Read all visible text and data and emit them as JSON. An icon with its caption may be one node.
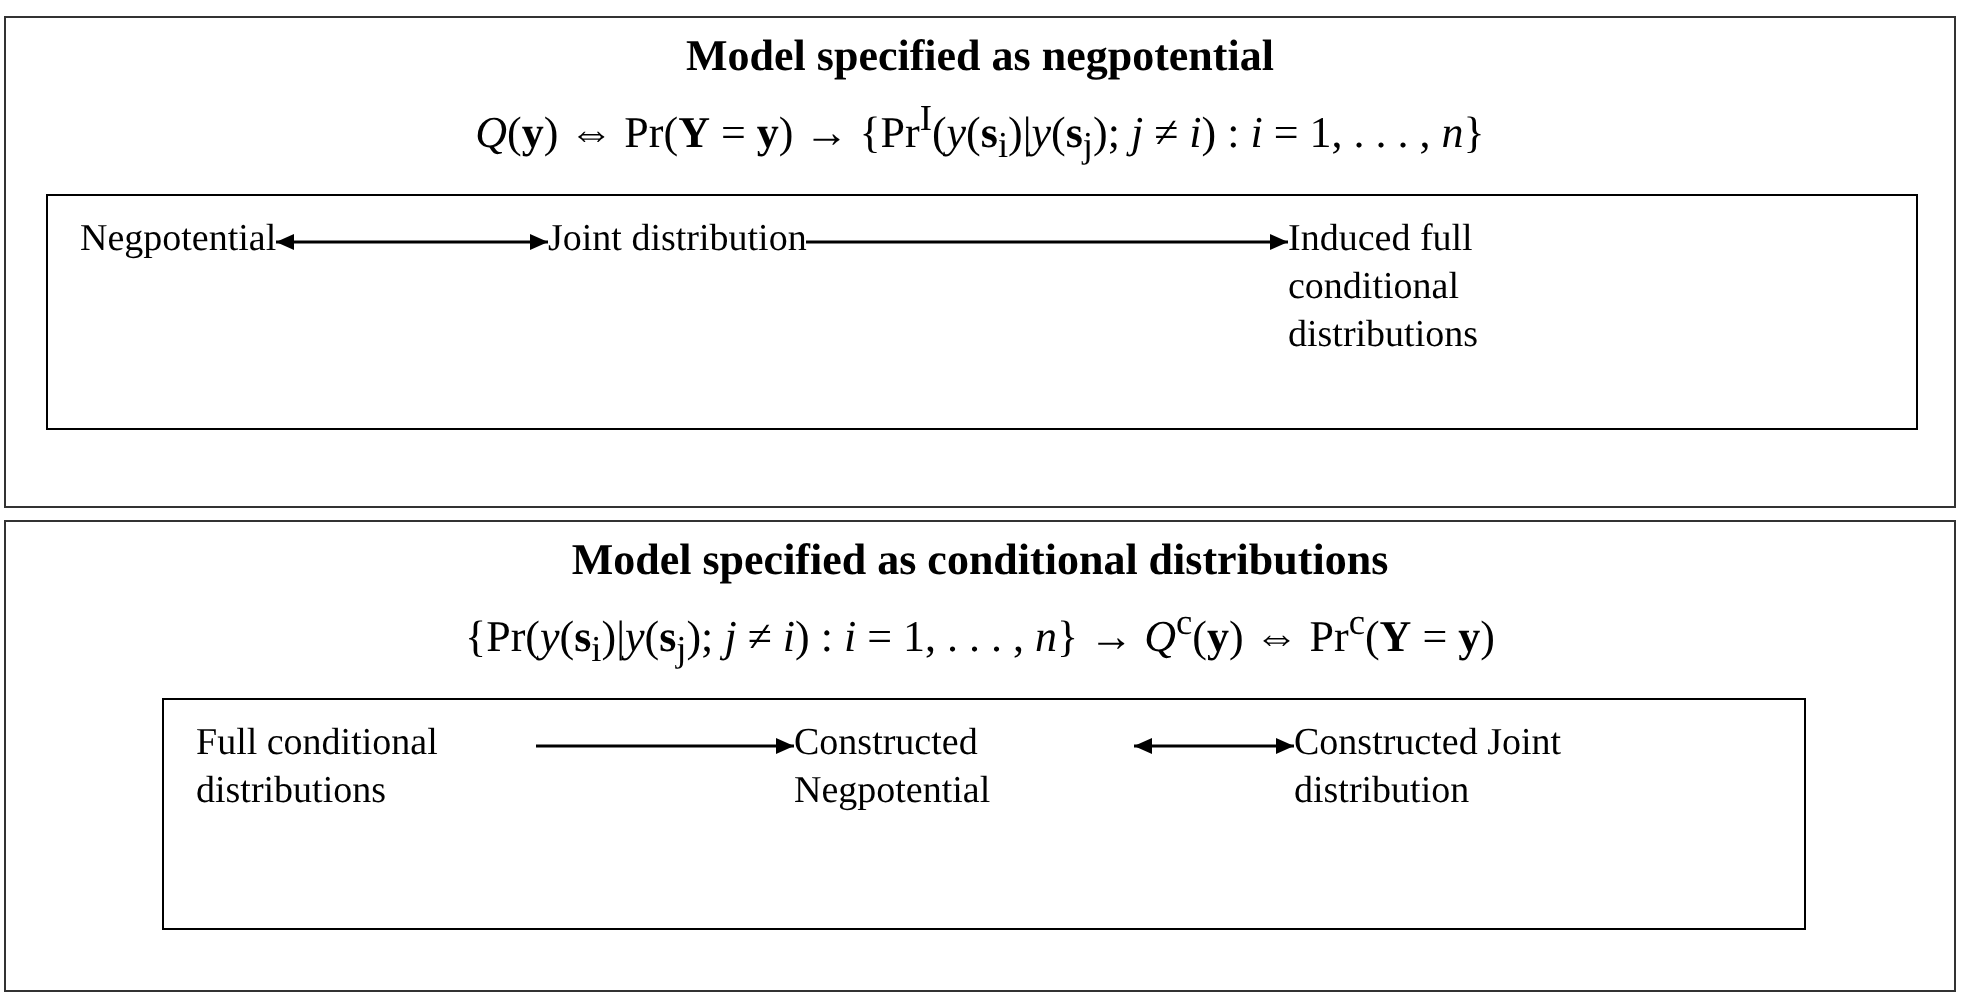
{
  "diagram": {
    "nodes": [
      {
        "text": [
          "Model specified as negpotential",
          "*Q*(**y**) ⇔ Pr(**Y** = **y**) → {Pr$^{I}$(*y*(**s**$_{i}$)|*y*(**s**$_{j}$); *j* ≠ *i*) : *i* = 1, . . . , *n*}"
        ]
      },
      {
        "text": [],
        "shape": "box",
        "in": 0
      },
      {
        "text": [
          "Negpotential"
        ],
        "in": 1
      },
      {
        "text": [
          "Joint distribution"
        ],
        "in": 1
      },
      {
        "text": [
          "Induced full conditional distributions"
        ],
        "in": 1
      },
      {
        "text": [
          "Model specified as conditional distributions",
          "{Pr(*y*(**s**$_{i}$)|*y*(**s**$_{j}$); *j* ≠ *i*) : *i* = 1, . . . , *n*} → *Q*$^{c}$(**y**) ⇔ Pr$^{c}$(**Y** = **y**)"
        ]
      },
      {
        "text": [],
        "shape": "box",
        "in": 5
      },
      {
        "text": [
          "Full conditional distributions"
        ],
        "in": 6
      },
      {
        "text": [
          "Constructed Negpotential"
        ],
        "in": 6
      },
      {
        "text": [
          "Constructed Joint distribution"
        ],
        "in": 6
      }
    ],
    "edges": [
      {
        "from": 2,
        "to": 3,
        "arrow": "both"
      },
      {
        "from": 3,
        "to": 4,
        "arrow": "to"
      },
      {
        "from": 7,
        "to": 8,
        "arrow": "to"
      },
      {
        "from": 8,
        "to": 9,
        "arrow": "both"
      }
    ]
  }
}
